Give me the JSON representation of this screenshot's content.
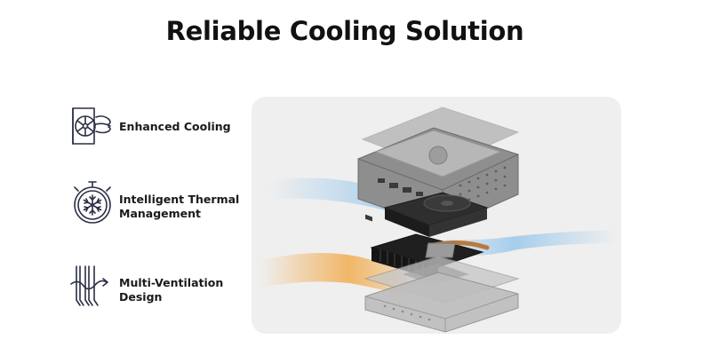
{
  "page": {
    "title": "Reliable Cooling Solution"
  },
  "features": [
    {
      "icon": "fan-cooling-icon",
      "label_lines": [
        "Enhanced Cooling"
      ]
    },
    {
      "icon": "snowflake-stopwatch-icon",
      "label_lines": [
        "Intelligent Thermal",
        "Management"
      ]
    },
    {
      "icon": "ventilation-airflow-icon",
      "label_lines": [
        "Multi-Ventilation",
        "Design"
      ]
    }
  ],
  "colors": {
    "title": "#111111",
    "icon_stroke": "#2b2f45",
    "panel_bg": "#efefef",
    "cool_air": "#4aa3e8",
    "warm_air": "#f2a33a"
  },
  "illustration": {
    "description_icon": "exploded-mini-pc-icon"
  }
}
